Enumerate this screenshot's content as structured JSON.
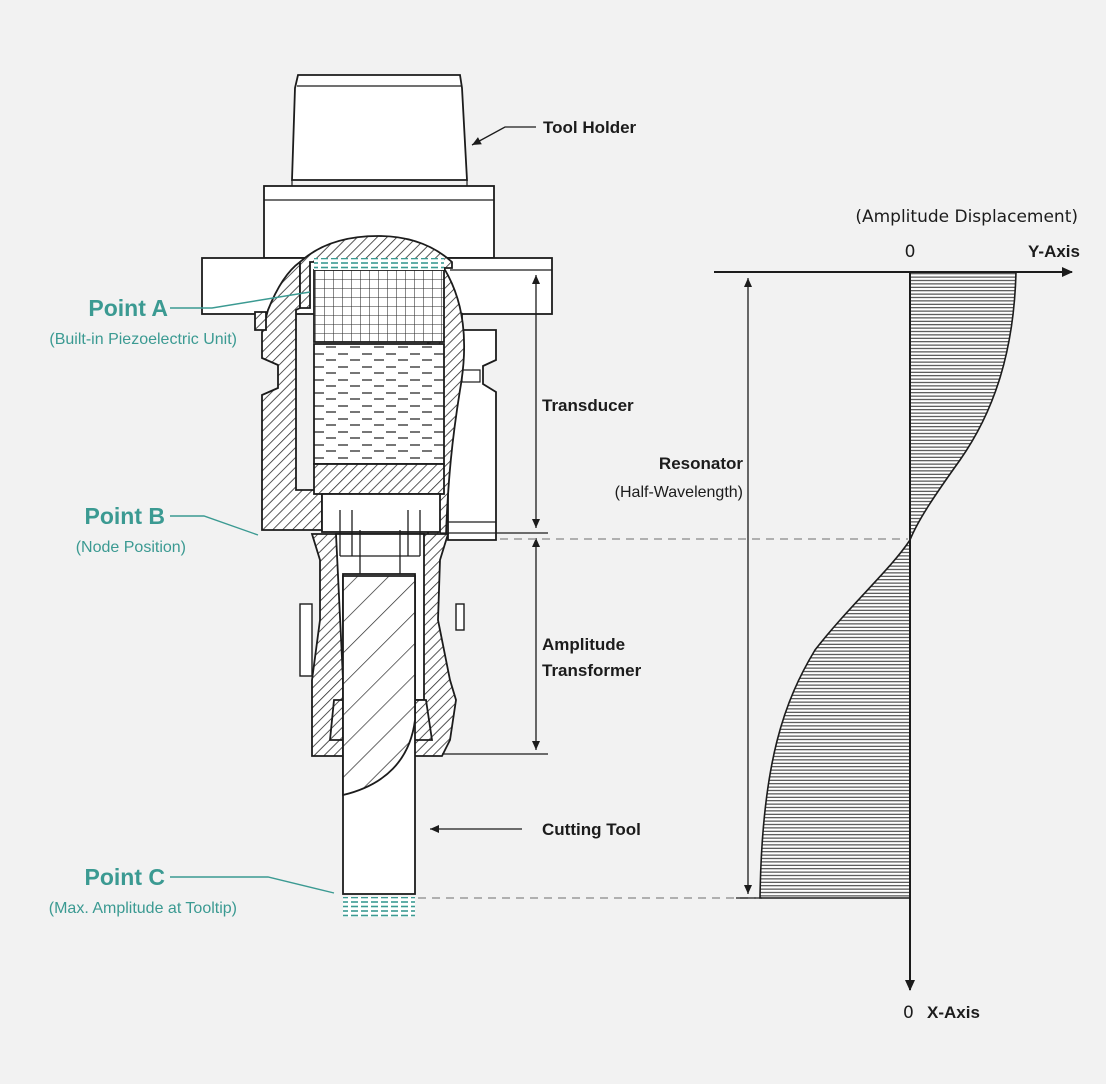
{
  "colors": {
    "accent": "#3b9a92",
    "line": "#1c1c1c",
    "background": "#f2f2f2",
    "hatch": "#2b2b2b"
  },
  "labels": {
    "tool_holder": "Tool Holder",
    "transducer": "Transducer",
    "resonator": "Resonator",
    "resonator_sub": "(Half-Wavelength)",
    "amplitude_line1": "Amplitude",
    "amplitude_line2": "Transformer",
    "cutting_tool": "Cutting Tool"
  },
  "points": {
    "a": {
      "title": "Point A",
      "subtitle": "(Built-in Piezoelectric Unit)"
    },
    "b": {
      "title": "Point B",
      "subtitle": "(Node Position)"
    },
    "c": {
      "title": "Point C",
      "subtitle": "(Max. Amplitude at Tooltip)"
    }
  },
  "axes": {
    "y_caption": "(Amplitude Displacement)",
    "y_zero": "0",
    "y_label": "Y-Axis",
    "x_zero": "0",
    "x_label": "X-Axis"
  }
}
